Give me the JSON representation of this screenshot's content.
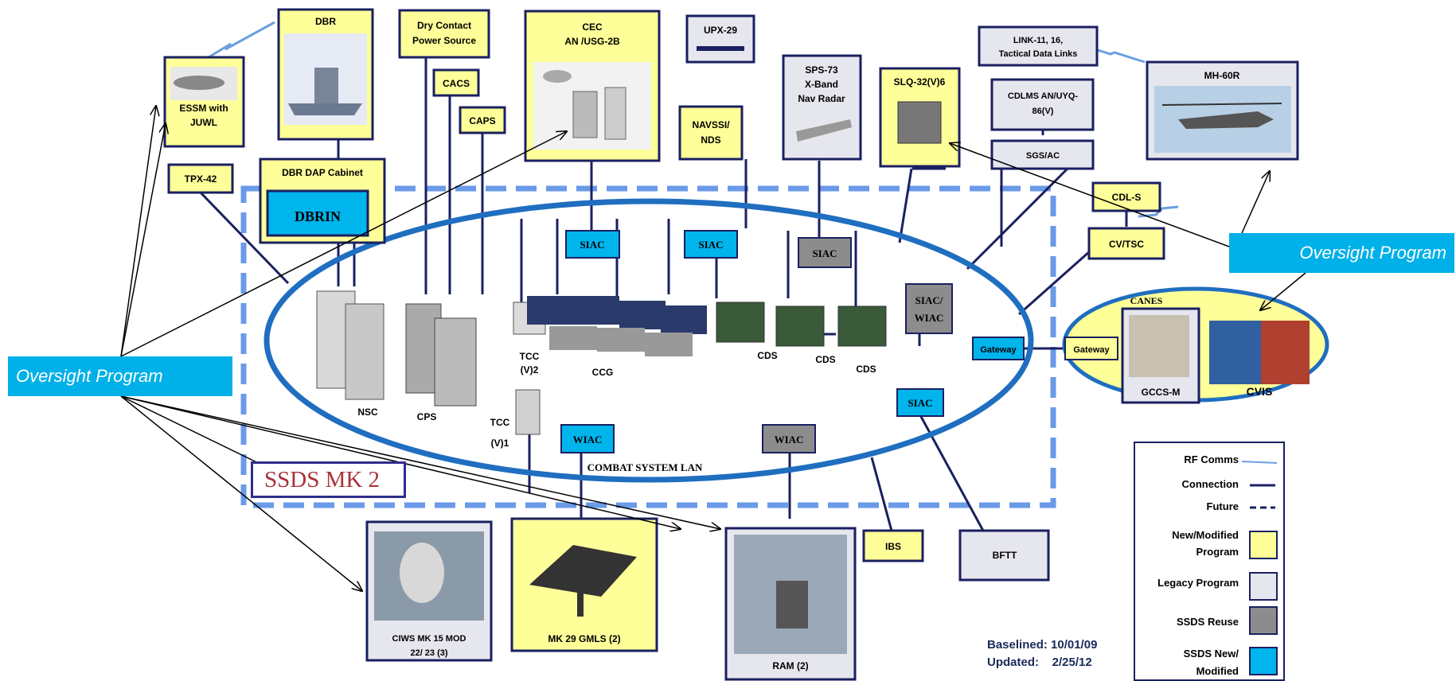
{
  "ssds_label": "SSDS MK 2",
  "lan_label": "COMBAT SYSTEM LAN",
  "callouts": {
    "left": "Oversight Program",
    "right": "Oversight Program"
  },
  "canes": {
    "title": "CANES",
    "gccs": "GCCS-M",
    "cvis": "CVIS",
    "gateway_left": "Gateway",
    "gateway_right": "Gateway"
  },
  "boxes": {
    "dbr": "DBR",
    "essm": [
      "ESSM with",
      "JUWL"
    ],
    "dry_contact": [
      "Dry Contact",
      "Power Source"
    ],
    "cacs": "CACS",
    "caps": "CAPS",
    "cec": [
      "CEC",
      "AN /USG-2B"
    ],
    "upx": "UPX-29",
    "sps": [
      "SPS-73",
      "X-Band",
      "Nav Radar"
    ],
    "navssi": [
      "NAVSSI/",
      "NDS"
    ],
    "slq": "SLQ-32(V)6",
    "link": [
      "LINK-11, 16,",
      "Tactical Data Links"
    ],
    "cdlms": [
      "CDLMS AN/UYQ-",
      "86(V)"
    ],
    "sgsac": "SGS/AC",
    "mh60r": "MH-60R",
    "tpx": "TPX-42",
    "dbr_dap": "DBR DAP Cabinet",
    "dbrin": "DBRIN",
    "cdls": "CDL-S",
    "cvtsc": "CV/TSC",
    "ibs": "IBS",
    "bftt": "BFTT",
    "ciws": [
      "CIWS MK 15 MOD",
      "22/ 23 (3)"
    ],
    "mk29": "MK 29 GMLS (2)",
    "ram": "RAM (2)"
  },
  "nodes": {
    "siac_1": "SIAC",
    "siac_2": "SIAC",
    "siac_3": "SIAC",
    "siac_wiac": [
      "SIAC/",
      "WIAC"
    ],
    "siac_4": "SIAC",
    "wiac_1": "WIAC",
    "wiac_2": "WIAC"
  },
  "equipment": {
    "nsc": "NSC",
    "cps": "CPS",
    "ccg": "CCG",
    "tcc_v2": [
      "TCC",
      "(V)2"
    ],
    "tcc_v1": [
      "TCC",
      "(V)1"
    ],
    "cds_1": "CDS",
    "cds_2": "CDS",
    "cds_3": "CDS"
  },
  "legend": {
    "rf": "RF Comms",
    "connection": "Connection",
    "future": "Future",
    "new_mod": [
      "New/Modified",
      "Program"
    ],
    "legacy": "Legacy Program",
    "reuse": "SSDS Reuse",
    "ssds_new": [
      "SSDS New/",
      "Modified"
    ]
  },
  "baseline": {
    "baselined": "Baselined: 10/01/09",
    "updated": "Updated:    2/25/12"
  },
  "colors": {
    "yellow": "#ffff99",
    "legacy": "#e6e6ee",
    "reuse": "#8c8c8c",
    "ssds_new": "#00b4ec",
    "lan": "#1f6ec0",
    "dashed": "#6a9ae8",
    "navy": "#1a2060"
  }
}
